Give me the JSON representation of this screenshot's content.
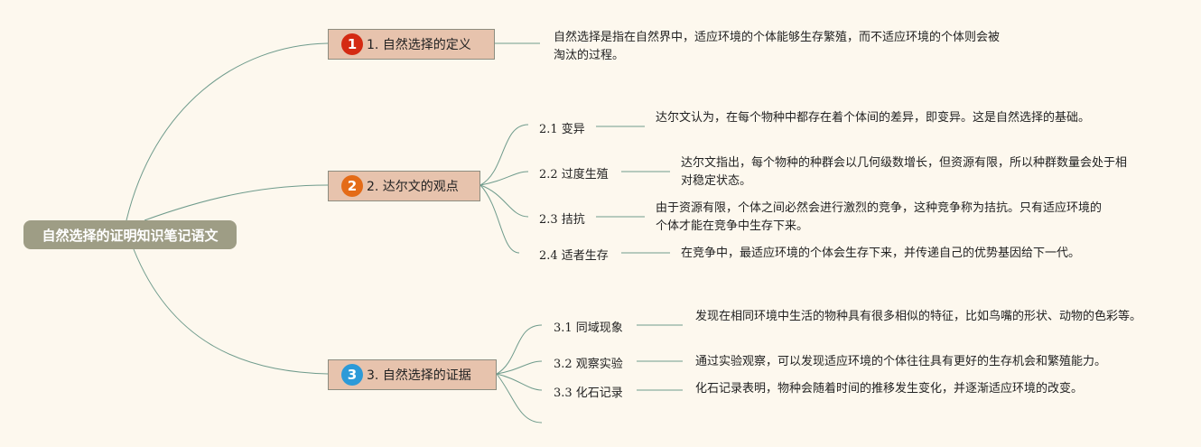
{
  "root": "自然选择的证明知识笔记语文",
  "topics": [
    {
      "badge": "1",
      "badge_color": "#d42a12",
      "label": "1. 自然选择的定义",
      "desc": "自然选择是指在自然界中，适应环境的个体能够生存繁殖，而不适应环境的个体则会被淘汰的过程。"
    },
    {
      "badge": "2",
      "badge_color": "#e46b17",
      "label": "2. 达尔文的观点",
      "children": [
        {
          "label": "2.1 变异",
          "desc": "达尔文认为，在每个物种中都存在着个体间的差异，即变异。这是自然选择的基础。"
        },
        {
          "label": "2.2 过度生殖",
          "desc": "达尔文指出，每个物种的种群会以几何级数增长，但资源有限，所以种群数量会处于相对稳定状态。"
        },
        {
          "label": "2.3 拮抗",
          "desc": "由于资源有限，个体之间必然会进行激烈的竞争，这种竞争称为拮抗。只有适应环境的个体才能在竞争中生存下来。"
        },
        {
          "label": "2.4 适者生存",
          "desc": "在竞争中，最适应环境的个体会生存下来，并传递自己的优势基因给下一代。"
        }
      ]
    },
    {
      "badge": "3",
      "badge_color": "#2c9ad8",
      "label": "3. 自然选择的证据",
      "children": [
        {
          "label": "3.1 同域现象",
          "desc": "发现在相同环境中生活的物种具有很多相似的特征，比如鸟嘴的形状、动物的色彩等。"
        },
        {
          "label": "3.2 观察实验",
          "desc": "通过实验观察，可以发现适应环境的个体往往具有更好的生存机会和繁殖能力。"
        },
        {
          "label": "3.3 化石记录",
          "desc": "化石记录表明，物种会随着时间的推移发生变化，并逐渐适应环境的改变。"
        }
      ]
    }
  ]
}
